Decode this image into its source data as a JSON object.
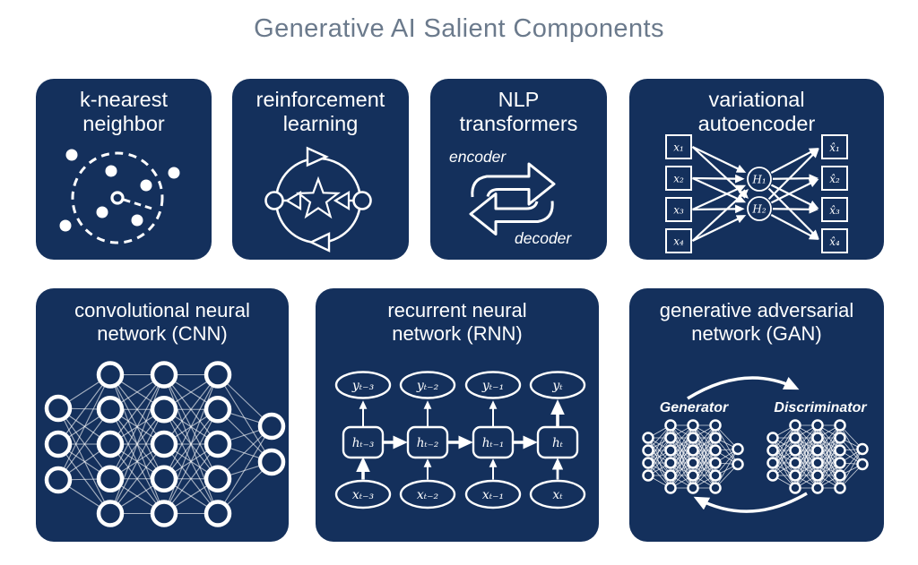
{
  "title": "Generative AI Salient Components",
  "colors": {
    "card_bg": "#14305c",
    "title_text": "#6b7a8c",
    "diagram_stroke": "#ffffff"
  },
  "cards": {
    "knn": {
      "title": "k-nearest\nneighbor"
    },
    "rl": {
      "title": "reinforcement\nlearning"
    },
    "nlp": {
      "title": "NLP\ntransformers",
      "encoder_label": "encoder",
      "decoder_label": "decoder"
    },
    "vae": {
      "title": "variational\nautoencoder",
      "inputs": [
        "x₁",
        "x₂",
        "x₃",
        "x₄"
      ],
      "hidden": [
        "H₁",
        "H₂"
      ],
      "outputs": [
        "x̂₁",
        "x̂₂",
        "x̂₃",
        "x̂₄"
      ]
    },
    "cnn": {
      "title": "convolutional neural\nnetwork (CNN)",
      "layers": [
        3,
        5,
        5,
        5,
        2
      ]
    },
    "rnn": {
      "title": "recurrent neural\nnetwork (RNN)",
      "output_labels": [
        "yₜ₋₃",
        "yₜ₋₂",
        "yₜ₋₁",
        "yₜ"
      ],
      "hidden_labels": [
        "hₜ₋₃",
        "hₜ₋₂",
        "hₜ₋₁",
        "hₜ"
      ],
      "input_labels": [
        "xₜ₋₃",
        "xₜ₋₂",
        "xₜ₋₁",
        "xₜ"
      ]
    },
    "gan": {
      "title": "generative adversarial\nnetwork (GAN)",
      "generator_label": "Generator",
      "discriminator_label": "Discriminator",
      "generator_layers": [
        4,
        6,
        6,
        6,
        2
      ],
      "discriminator_layers": [
        4,
        6,
        6,
        6,
        2
      ]
    }
  }
}
